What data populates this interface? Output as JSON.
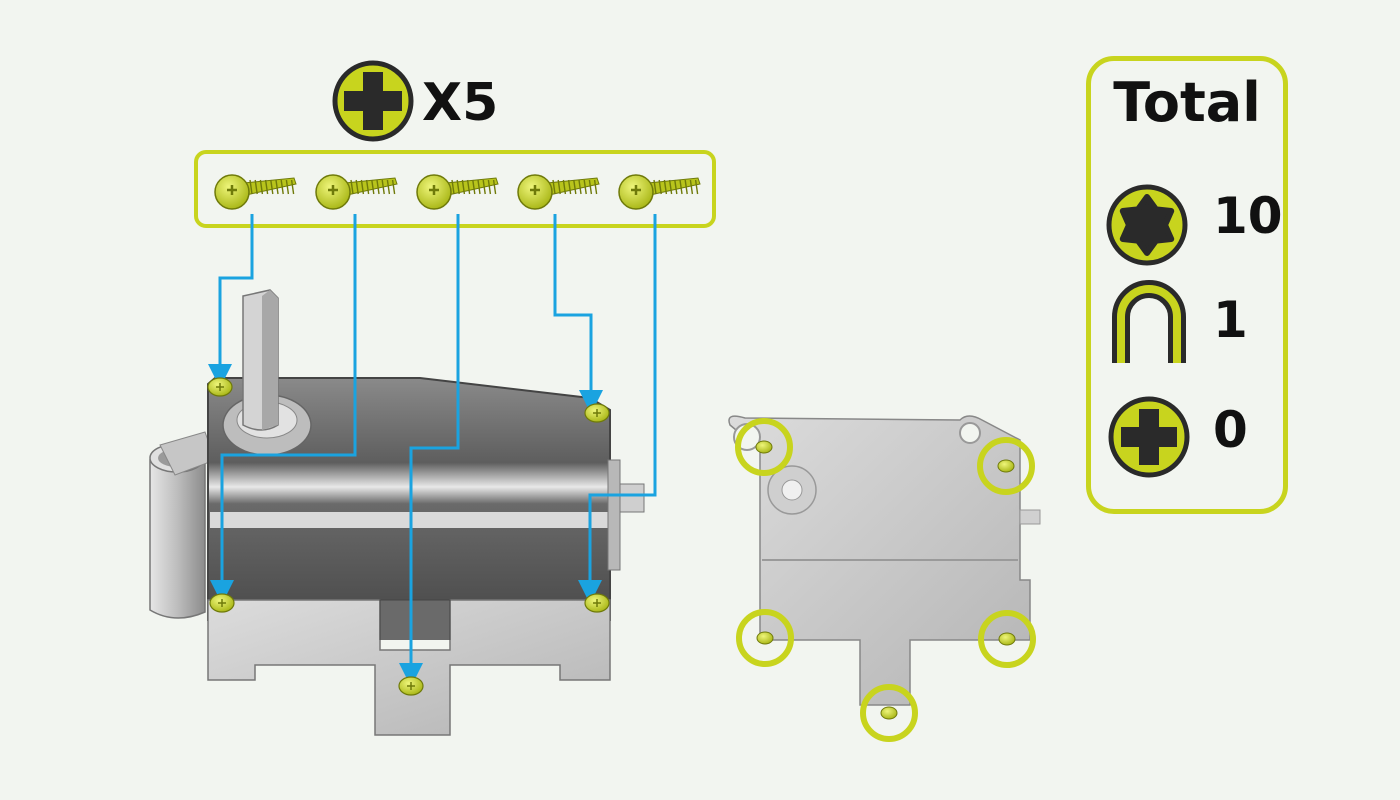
{
  "header": {
    "bit_icon": "phillips-bit-icon",
    "quantity_label": "X5"
  },
  "screws": {
    "icon": "phillips-screw-icon",
    "count": 5
  },
  "total": {
    "title": "Total",
    "items": [
      {
        "icon": "torx-bit-icon",
        "count": "10"
      },
      {
        "icon": "u-clip-icon",
        "count": "1"
      },
      {
        "icon": "phillips-bit-icon",
        "count": "0"
      }
    ]
  },
  "colors": {
    "accent": "#c8d41e",
    "arrow": "#1aa3e0",
    "dark": "#2a2a2a",
    "background": "#f2f5f0"
  }
}
